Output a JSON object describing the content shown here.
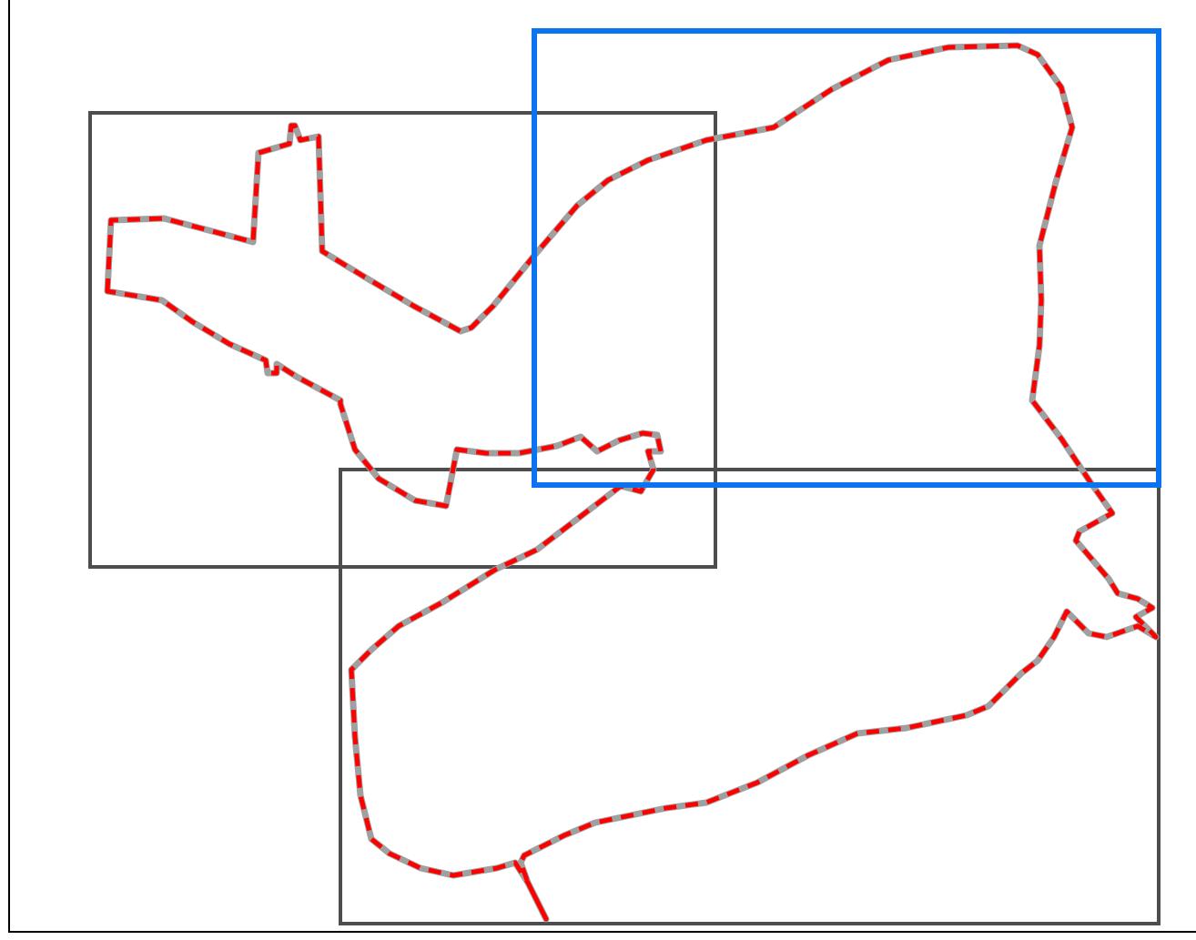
{
  "colors": {
    "background": "#ffffff",
    "frame": "#000000",
    "box_default": "#4d4d4d",
    "box_highlight": "#0a74f0",
    "outline_under": "#a0a0a0",
    "outline_dash": "#ff0000"
  },
  "scene": {
    "boxes": [
      {
        "name": "bounding-box-left",
        "style": "default"
      },
      {
        "name": "bounding-box-bottom",
        "style": "default"
      },
      {
        "name": "bounding-box-highlighted",
        "style": "highlight"
      }
    ],
    "outline": {
      "name": "region-outline",
      "style": "dashed-red-over-gray"
    }
  }
}
